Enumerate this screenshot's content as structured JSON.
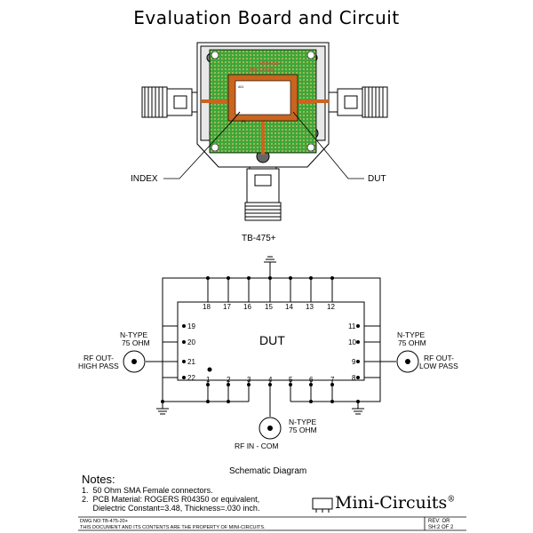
{
  "title": "Evaluation Board and Circuit",
  "board": {
    "part_label": "TB-475+",
    "index_label": "INDEX",
    "dut_label": "DUT",
    "pcb_text_model": "MTB4755+",
    "pcb_text_brand": "Mini-Circuits",
    "pcb_text_pin": "P1",
    "pcb_text_ref": "A01"
  },
  "schematic": {
    "caption": "Schematic Diagram",
    "dut_label": "DUT",
    "top_pins": [
      "18",
      "17",
      "16",
      "15",
      "14",
      "13",
      "12"
    ],
    "bottom_pins": [
      "1",
      "2",
      "3",
      "4",
      "5",
      "6",
      "7"
    ],
    "left_pins": [
      "19",
      "20",
      "21",
      "22"
    ],
    "right_pins": [
      "11",
      "10",
      "9",
      "8"
    ],
    "left_port": {
      "type": "N-TYPE",
      "impedance": "75 OHM",
      "name_line1": "RF OUT-",
      "name_line2": "HIGH PASS"
    },
    "right_port": {
      "type": "N-TYPE",
      "impedance": "75 OHM",
      "name_line1": "RF OUT-",
      "name_line2": "LOW PASS"
    },
    "bottom_port": {
      "type": "N-TYPE",
      "impedance": "75 OHM",
      "name": "RF IN - COM"
    }
  },
  "notes": {
    "header": "Notes:",
    "items": [
      "1.  50 Ohm SMA Female connectors.",
      "2.  PCB Material: ROGERS R04350 or equivalent,",
      "     Dielectric Constant=3.48, Thickness=.030 inch."
    ]
  },
  "brand": {
    "name": "Mini-Circuits",
    "mark": "®"
  },
  "footer": {
    "dwg_no": "DWG NO:TB-475-20+",
    "legal": "THIS DOCUMENT AND ITS CONTENTS ARE THE PROPERTY OF MINI-CIRCUITS.",
    "rev": "REV: OR",
    "sheet": "SH:2 OF 2"
  },
  "colors": {
    "pcb_green": "#3da63a",
    "pcb_trace": "#c9651e",
    "gold": "#e0a13a"
  }
}
